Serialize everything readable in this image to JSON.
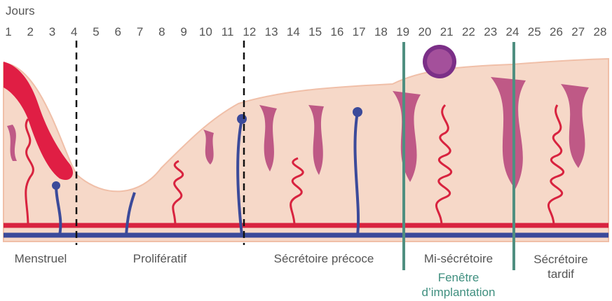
{
  "header": {
    "label": "Jours"
  },
  "days": [
    "1",
    "2",
    "3",
    "4",
    "5",
    "6",
    "7",
    "8",
    "9",
    "10",
    "11",
    "12",
    "13",
    "14",
    "15",
    "16",
    "17",
    "18",
    "19",
    "20",
    "21",
    "22",
    "23",
    "24",
    "25",
    "26",
    "27",
    "28"
  ],
  "phases": {
    "menstrual": "Menstruel",
    "proliferative": "Prolifératif",
    "early_secretory": "Sécrétoire précoce",
    "mid_secretory": "Mi-sécrétoire",
    "late_secretory_line1": "Sécrétoire",
    "late_secretory_line2": "tardif"
  },
  "implantation_window": {
    "line1": "Fenêtre",
    "line2": "d’implantation"
  },
  "colors": {
    "tissue": "#f6d8c8",
    "tissue_edge": "#f0bfa8",
    "artery": "#d8233f",
    "vein": "#3b4a9a",
    "gland": "#b5437a",
    "window_line": "#4f8f80",
    "embryo": "#7b2f87"
  }
}
